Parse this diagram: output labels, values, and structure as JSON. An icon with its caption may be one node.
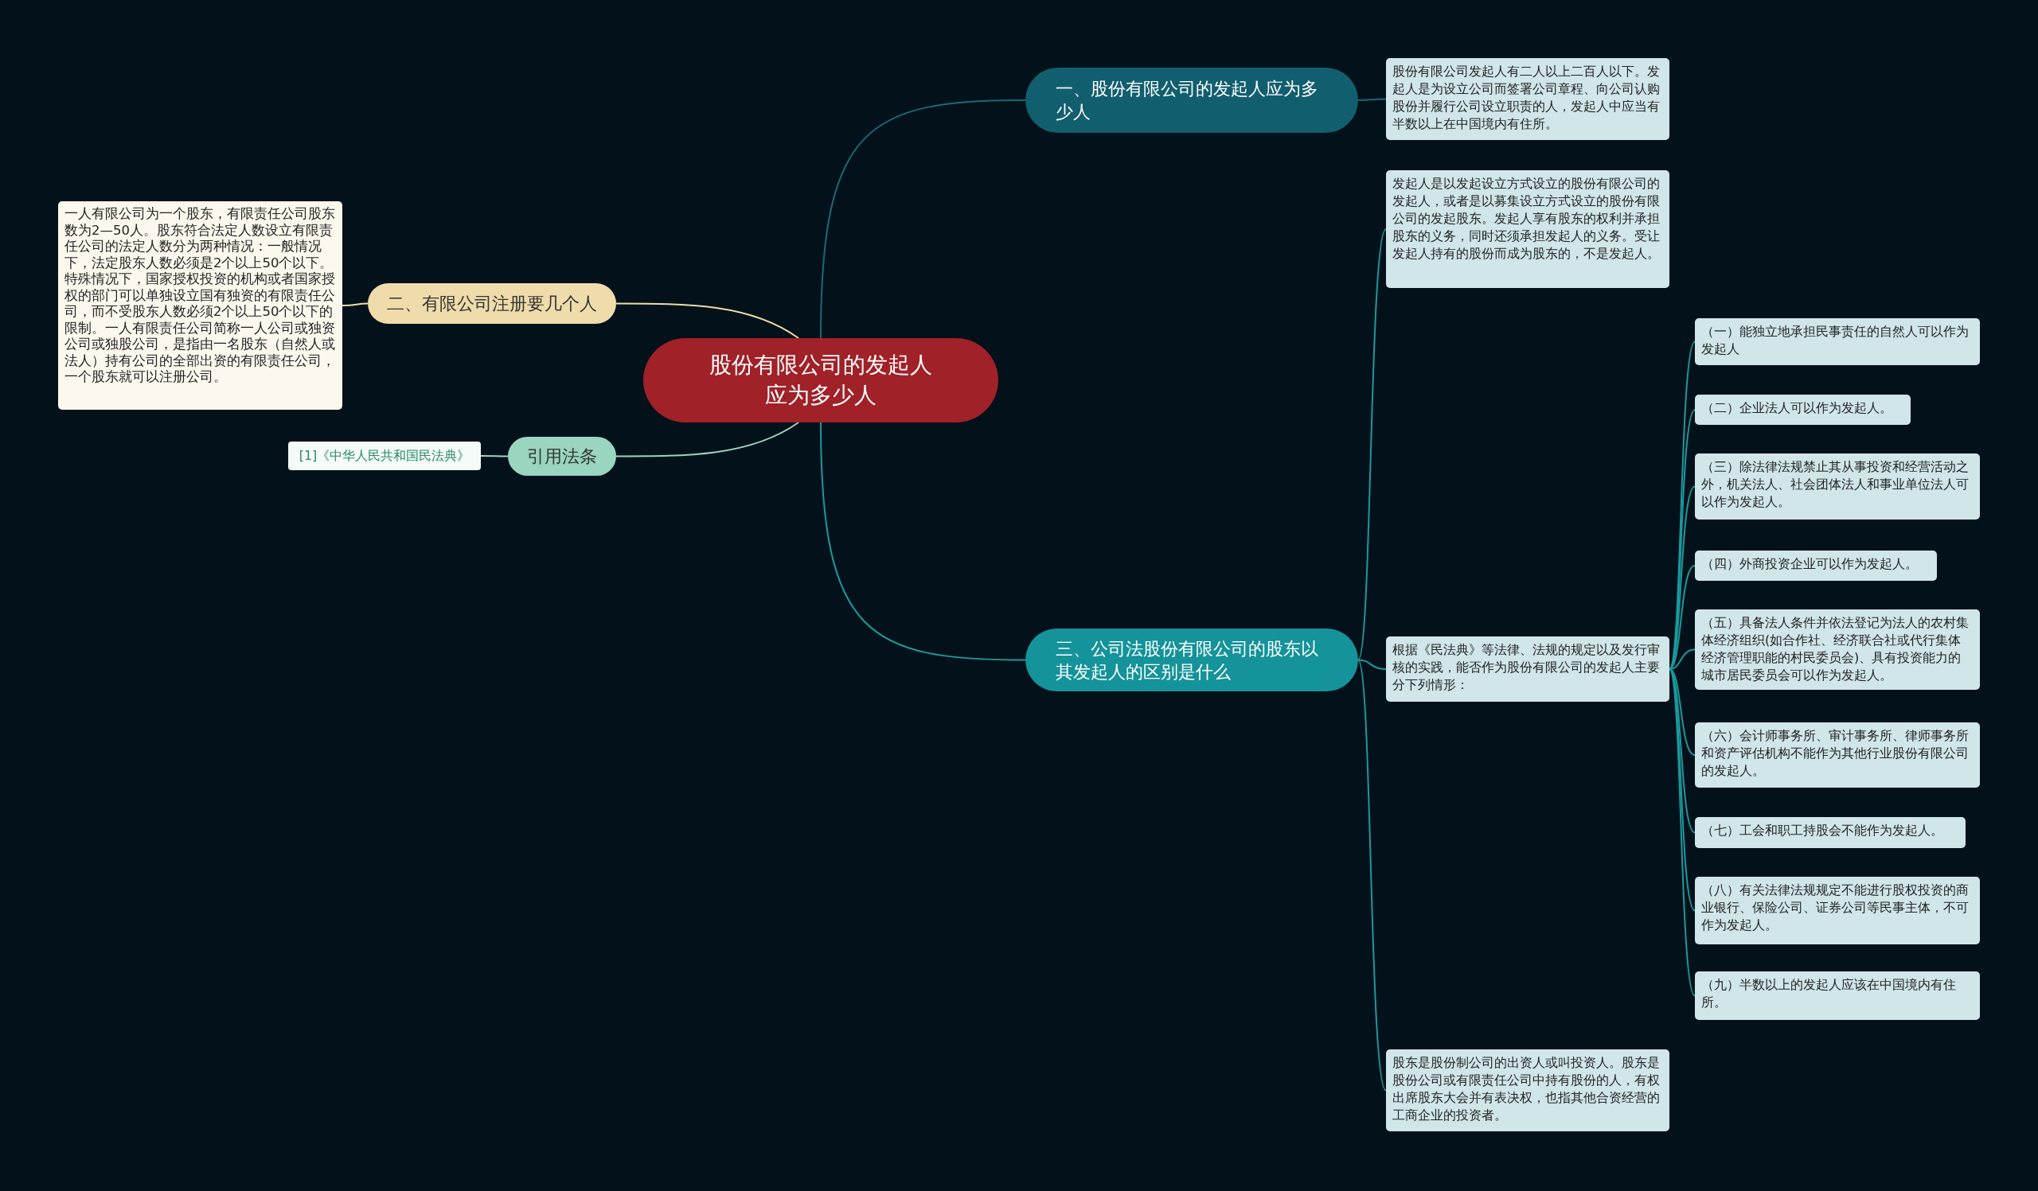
{
  "diagram": {
    "nodes": [
      {
        "text": [
          "股份有限公司的发起人应为多少人"
        ]
      },
      {
        "text": [
          "一、股份有限公司的发起人应为多少人"
        ]
      },
      {
        "text": [
          "股份有限公司发起人有二人以上二百人以下。发起人是为设立公司而签署公司章程、向公司认购股份并履行公司设立职责的人，发起人中应当有半数以上在中国境内有住所。"
        ]
      },
      {
        "text": [
          "二、有限公司注册要几个人"
        ]
      },
      {
        "text": [
          "一人有限公司为一个股东，有限责任公司股东数为2—50人。股东符合法定人数设立有限责任公司的法定人数分为两种情况：一般情况下，法定股东人数必须是2个以上50个以下。特殊情况下，国家授权投资的机构或者国家授权的部门可以单独设立国有独资的有限责任公司，而不受股东人数必须2个以上50个以下的限制。一人有限责任公司简称一人公司或独资公司或独股公司，是指由一名股东（自然人或法人）持有公司的全部出资的有限责任公司，一个股东就可以注册公司。"
        ]
      },
      {
        "text": [
          "引用法条"
        ]
      },
      {
        "text": [
          "[1]《中华人民共和国民法典》"
        ]
      },
      {
        "text": [
          "三、公司法股份有限公司的股东以其发起人的区别是什么"
        ]
      },
      {
        "text": [
          "发起人是以发起设立方式设立的股份有限公司的发起人，或者是以募集设立方式设立的股份有限公司的发起股东。发起人享有股东的权利并承担股东的义务，同时还须承担发起人的义务。受让发起人持有的股份而成为股东的，不是发起人。"
        ]
      },
      {
        "text": [
          "根据《民法典》等法律、法规的规定以及发行审核的实践，能否作为股份有限公司的发起人主要分下列情形："
        ]
      },
      {
        "text": [
          "（一）能独立地承担民事责任的自然人可以作为发起人"
        ]
      },
      {
        "text": [
          "（二）企业法人可以作为发起人。"
        ]
      },
      {
        "text": [
          "（三）除法律法规禁止其从事投资和经营活动之外，机关法人、社会团体法人和事业单位法人可以作为发起人。"
        ]
      },
      {
        "text": [
          "（四）外商投资企业可以作为发起人。"
        ]
      },
      {
        "text": [
          "（五）具备法人条件并依法登记为法人的农村集体经济组织(如合作社、经济联合社或代行集体经济管理职能的村民委员会)、具有投资能力的城市居民委员会可以作为发起人。"
        ]
      },
      {
        "text": [
          "（六）会计师事务所、审计事务所、律师事务所和资产评估机构不能作为其他行业股份有限公司的发起人。"
        ]
      },
      {
        "text": [
          "（七）工会和职工持股会不能作为发起人。"
        ]
      },
      {
        "text": [
          "（八）有关法律法规规定不能进行股权投资的商业银行、保险公司、证券公司等民事主体，不可作为发起人。"
        ]
      },
      {
        "text": [
          "（九）半数以上的发起人应该在中国境内有住所。"
        ]
      },
      {
        "text": [
          "股东是股份制公司的出资人或叫投资人。股东是股份公司或有限责任公司中持有股份的人，有权出席股东大会并有表决权，也指其他合资经营的工商企业的投资者。"
        ]
      }
    ],
    "edges": [
      {
        "from": 0,
        "to": 1,
        "arrow": "none",
        "color": "#176a7a"
      },
      {
        "from": 1,
        "to": 2,
        "arrow": "none",
        "color": "#176a7a"
      },
      {
        "from": 0,
        "to": 3,
        "arrow": "none",
        "color": "#efdcaa"
      },
      {
        "from": 3,
        "to": 4,
        "arrow": "none",
        "color": "#efdcaa"
      },
      {
        "from": 0,
        "to": 5,
        "arrow": "none",
        "color": "#99d5bf"
      },
      {
        "from": 5,
        "to": 6,
        "arrow": "none",
        "color": "#99d5bf"
      },
      {
        "from": 0,
        "to": 7,
        "arrow": "none"
      },
      {
        "from": 7,
        "to": 8,
        "arrow": "none"
      },
      {
        "from": 7,
        "to": 9,
        "arrow": "none"
      },
      {
        "from": 7,
        "to": 19,
        "arrow": "none"
      },
      {
        "from": 9,
        "to": 10,
        "arrow": "none"
      },
      {
        "from": 9,
        "to": 11,
        "arrow": "none"
      },
      {
        "from": 9,
        "to": 12,
        "arrow": "none"
      },
      {
        "from": 9,
        "to": 13,
        "arrow": "none"
      },
      {
        "from": 9,
        "to": 14,
        "arrow": "none"
      },
      {
        "from": 9,
        "to": 15,
        "arrow": "none"
      },
      {
        "from": 9,
        "to": 16,
        "arrow": "none"
      },
      {
        "from": 9,
        "to": 17,
        "arrow": "none"
      },
      {
        "from": 9,
        "to": 18,
        "arrow": "none"
      }
    ]
  }
}
